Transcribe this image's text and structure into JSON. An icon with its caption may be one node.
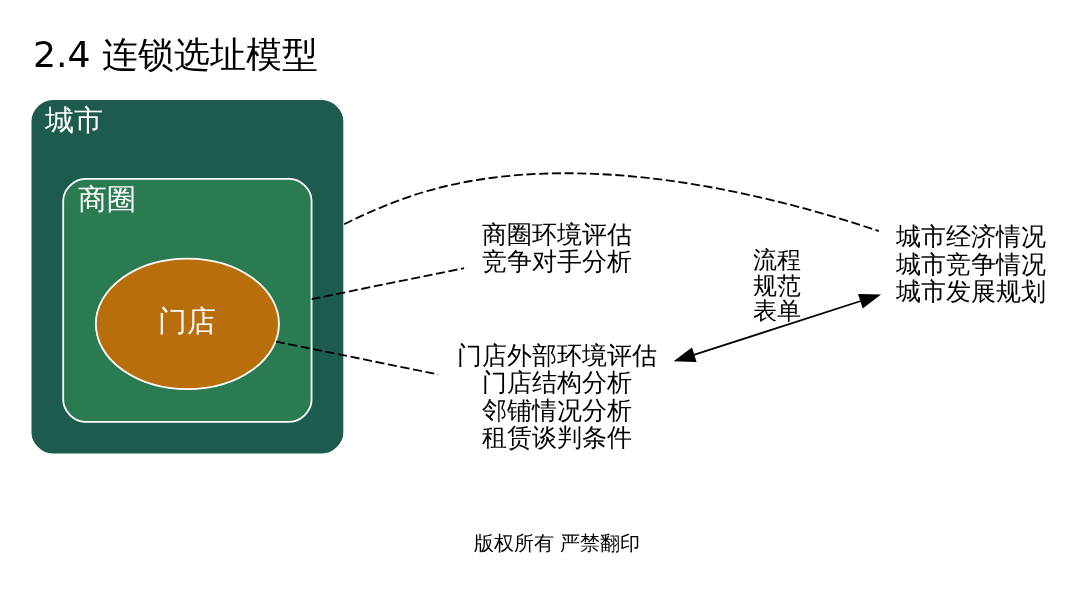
{
  "diagram": {
    "title": "2.4 连锁选址模型",
    "nodes": [
      {
        "text": [
          "城市"
        ]
      },
      {
        "text": [
          "商圈"
        ],
        "in": 0
      },
      {
        "text": [
          "门店"
        ],
        "in": 1
      },
      {
        "text": [
          "城市经济情况",
          "城市竞争情况",
          "城市发展规划"
        ]
      },
      {
        "text": [
          "商圈环境评估",
          "竞争对手分析"
        ]
      },
      {
        "text": [
          "门店外部环境评估",
          "门店结构分析",
          "邻铺情况分析",
          "租赁谈判条件"
        ]
      }
    ],
    "edges": [
      {
        "from": 0,
        "to": 3,
        "arrow": "none",
        "style": "dashed"
      },
      {
        "from": 1,
        "to": 4,
        "arrow": "none",
        "style": "dashed"
      },
      {
        "from": 2,
        "to": 5,
        "arrow": "none",
        "style": "dashed"
      },
      {
        "from": 5,
        "to": 3,
        "arrow": "both",
        "label": "流程规范表单"
      }
    ],
    "labels": [
      "版权所有 严禁翻印"
    ]
  }
}
